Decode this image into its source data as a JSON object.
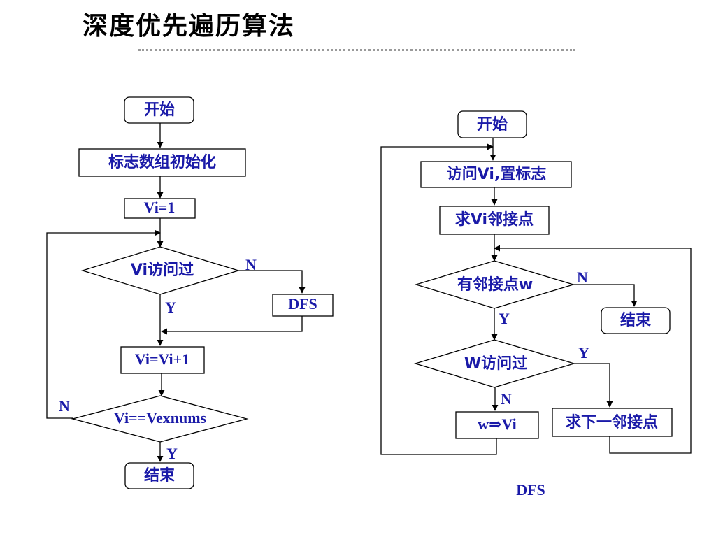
{
  "title": "深度优先遍历算法",
  "left": {
    "start": "开始",
    "init": "标志数组初始化",
    "vi1": "Vi=1",
    "visited_q": "Vi访问过",
    "dfs": "DFS",
    "inc": "Vi=Vi+1",
    "end_q": "Vi==Vexnums",
    "end": "结束",
    "y1": "Y",
    "n1": "N",
    "n2": "N",
    "y2": "Y"
  },
  "right": {
    "start": "开始",
    "visit": "访问Vi,置标志",
    "adj": "求Vi邻接点",
    "has_q": "有邻接点w",
    "end": "结束",
    "wv_q": "W访问过",
    "assign": "w⇒Vi",
    "next": "求下一邻接点",
    "n1": "N",
    "y1": "Y",
    "y2": "Y",
    "n2": "N",
    "caption": "DFS"
  }
}
